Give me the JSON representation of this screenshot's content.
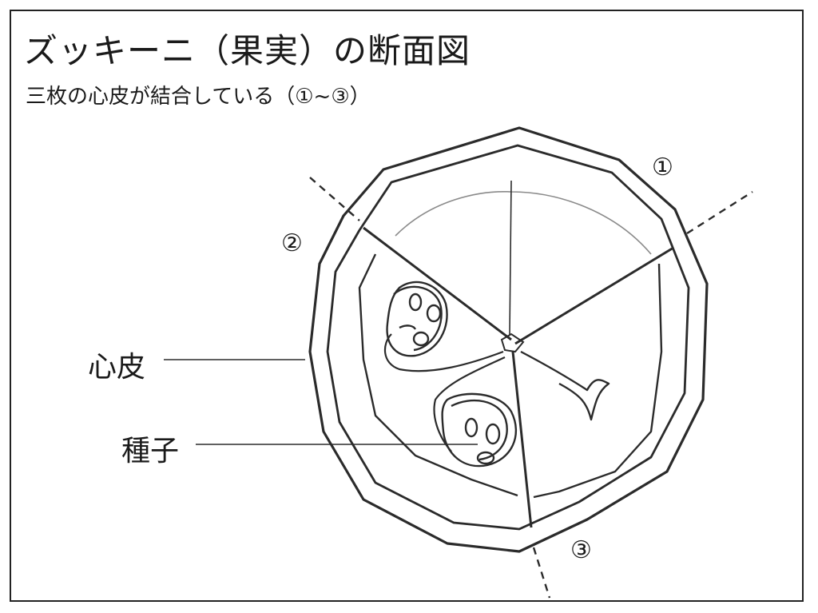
{
  "title": "ズッキーニ（果実）の断面図",
  "subtitle": "三枚の心皮が結合している（①~③）",
  "labels": {
    "carpel": "心皮",
    "seed": "種子"
  },
  "carpel_numbers": {
    "one": "①",
    "two": "②",
    "three": "③"
  },
  "colors": {
    "ink": "#2b2b2b",
    "light_ink": "#7a7a7a",
    "background": "#ffffff"
  }
}
